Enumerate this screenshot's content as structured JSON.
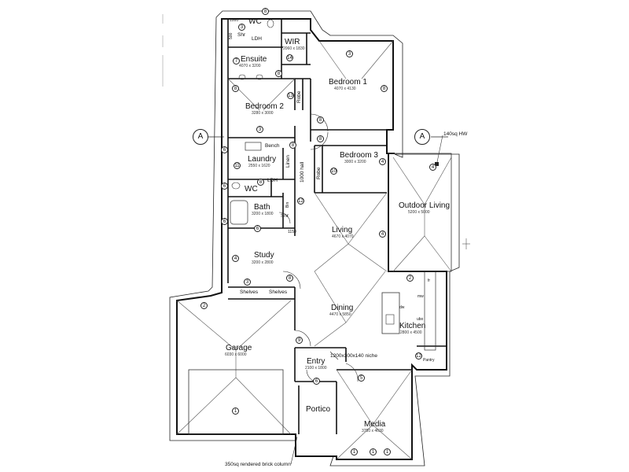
{
  "rooms": {
    "ensuite": {
      "name": "Ensuite",
      "dims": "4070 x 3200"
    },
    "wc_upper": {
      "name": "WC"
    },
    "wir": {
      "name": "WIR",
      "dims": "2060 x 1830"
    },
    "ldh_upper": {
      "name": "LDH"
    },
    "shr_upper": {
      "name": "Shr"
    },
    "bedroom1": {
      "name": "Bedroom 1",
      "dims": "4070 x 4130"
    },
    "bedroom2": {
      "name": "Bedroom 2",
      "dims": "3280 x 3000"
    },
    "bedroom3": {
      "name": "Bedroom 3",
      "dims": "3000 x 3200"
    },
    "laundry": {
      "name": "Laundry",
      "dims": "2550 x 1620"
    },
    "wc_lower": {
      "name": "WC"
    },
    "ldh_lower": {
      "name": "LDH"
    },
    "bath": {
      "name": "Bath",
      "dims": "3200 x 1800"
    },
    "shr_lower": {
      "name": "Shr"
    },
    "study": {
      "name": "Study",
      "dims": "3200 x 2800"
    },
    "living": {
      "name": "Living",
      "dims": "4670 x 4070"
    },
    "outdoor_living": {
      "name": "Outdoor Living",
      "dims": "5200 x 5000"
    },
    "dining": {
      "name": "Dining",
      "dims": "4470 x 5850"
    },
    "kitchen": {
      "name": "Kitchen",
      "dims": "2800 x 4500"
    },
    "garage": {
      "name": "Garage",
      "dims": "6030 x 6000"
    },
    "entry": {
      "name": "Entry",
      "dims": "2100 x 1800"
    },
    "portico": {
      "name": "Portico"
    },
    "media": {
      "name": "Media",
      "dims": "3750 x 4630"
    }
  },
  "fixtures": {
    "bench": "Bench",
    "linen": "Linen",
    "robe_b1": "Robe",
    "robe_b3": "Robe",
    "shelves_left": "Shelves",
    "shelves_right": "Shelves",
    "pantry": "Pantry",
    "bin": "Bin",
    "dw": "dw",
    "mw": "mw",
    "ubo": "ubo",
    "fr": "fr",
    "hall": "1000 hall",
    "niche": "1200x300x140 niche",
    "hw": "140sq HW",
    "brick_column": "350sq rendered brick column",
    "dim_1150": "1150",
    "dim_500": "500",
    "dim_1000": "1000"
  },
  "section_markers": {
    "left": "A",
    "right": "A"
  },
  "window_codes": [
    {
      "id": "w1",
      "text": "8"
    },
    {
      "id": "w2",
      "text": "3"
    },
    {
      "id": "w3",
      "text": "14"
    },
    {
      "id": "w4",
      "text": "7"
    },
    {
      "id": "w5",
      "text": "8"
    },
    {
      "id": "w6",
      "text": "3"
    },
    {
      "id": "w7",
      "text": "8"
    },
    {
      "id": "w8",
      "text": "8"
    },
    {
      "id": "w9",
      "text": "13"
    },
    {
      "id": "w10",
      "text": "8"
    },
    {
      "id": "w11",
      "text": "8"
    },
    {
      "id": "w12",
      "text": "10"
    },
    {
      "id": "w13",
      "text": "4"
    },
    {
      "id": "w14",
      "text": "6"
    },
    {
      "id": "w15",
      "text": "11"
    },
    {
      "id": "w16",
      "text": "8"
    },
    {
      "id": "w17",
      "text": "6"
    },
    {
      "id": "w18",
      "text": "12"
    },
    {
      "id": "w19",
      "text": "6"
    },
    {
      "id": "w20",
      "text": "4"
    },
    {
      "id": "w21",
      "text": "6"
    },
    {
      "id": "w22",
      "text": "4"
    },
    {
      "id": "w23",
      "text": "3"
    },
    {
      "id": "w24",
      "text": "8"
    },
    {
      "id": "w25",
      "text": "2"
    },
    {
      "id": "w26",
      "text": "2"
    },
    {
      "id": "w27",
      "text": "9"
    },
    {
      "id": "w28",
      "text": "12"
    },
    {
      "id": "w29",
      "text": "1"
    },
    {
      "id": "w30",
      "text": "6"
    },
    {
      "id": "w31",
      "text": "5"
    },
    {
      "id": "w32",
      "text": "1"
    },
    {
      "id": "w33",
      "text": "1"
    },
    {
      "id": "w34",
      "text": "1"
    },
    {
      "id": "w35",
      "text": "4"
    },
    {
      "id": "w36",
      "text": "3"
    },
    {
      "id": "w37",
      "text": "8"
    }
  ]
}
